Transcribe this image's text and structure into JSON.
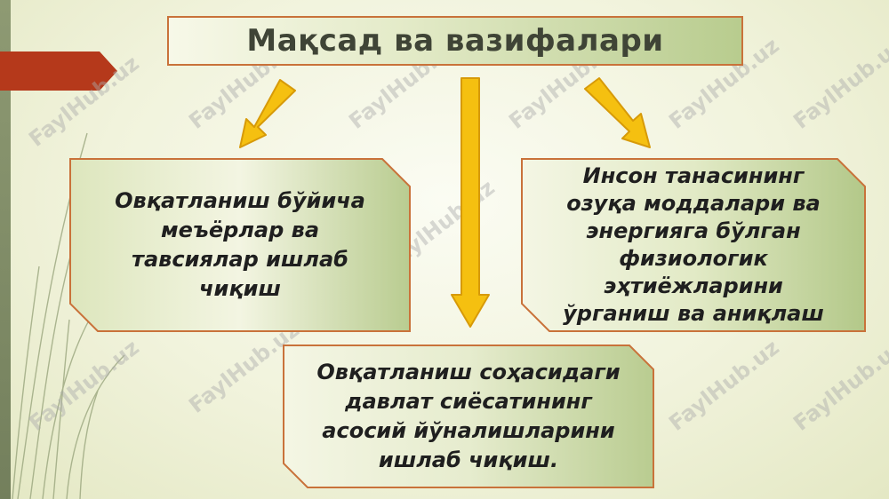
{
  "title": "Мақсад ва вазифалари",
  "boxes": {
    "left": [
      "Овқатланиш бўйича",
      "меъёрлар ва",
      "тавсиялар ишлаб",
      "чиқиш"
    ],
    "right": [
      "Инсон танасининг",
      "озуқа моддалари ва",
      "энергияга бўлган",
      "физиологик",
      "эҳтиёжларини",
      "ўрганиш ва аниқлаш"
    ],
    "bottom": [
      "Овқатланиш соҳасидаги",
      "давлат сиёсатининг",
      "асосий йўналишларини",
      "ишлаб чиқиш."
    ]
  },
  "watermark": "FaylHub.uz",
  "colors": {
    "accent_red": "#b5391b",
    "arrow_fill": "#f5c010",
    "arrow_stroke": "#d79a08",
    "box_border": "#c9723a",
    "box_green": "#b8cc8e"
  }
}
